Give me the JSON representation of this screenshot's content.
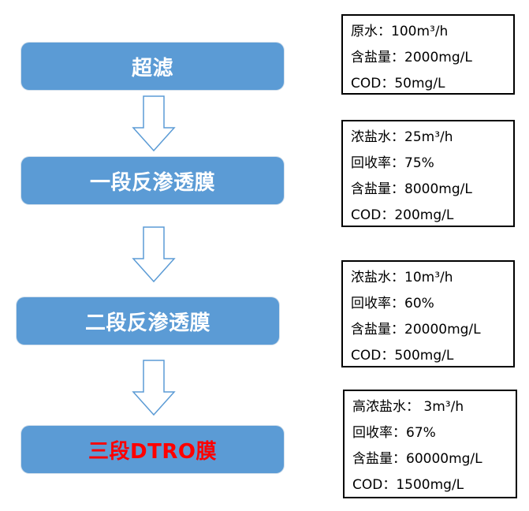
{
  "stages": [
    {
      "label": "超滤"
    },
    {
      "label": "一段反渗透膜"
    },
    {
      "label": "二段反渗透膜"
    },
    {
      "label": "三段DTRO膜"
    }
  ],
  "info_boxes": [
    {
      "lines": [
        "原水：100m³/h",
        "含盐量：2000mg/L",
        "COD：50mg/L"
      ]
    },
    {
      "lines": [
        "浓盐水：25m³/h",
        "回收率：75%",
        "含盐量：8000mg/L",
        "COD：200mg/L"
      ]
    },
    {
      "lines": [
        "浓盐水：10m³/h",
        "回收率：60%",
        "含盐量：20000mg/L",
        "COD：500mg/L"
      ]
    },
    {
      "lines": [
        "高浓盐水： 3m³/h",
        "回收率：67%",
        "含盐量：60000mg/L",
        "COD：1500mg/L"
      ]
    }
  ],
  "colors": {
    "stage_fill": "#5b9bd5",
    "stage_text": "#ffffff",
    "final_stage_text": "#ff0000",
    "arrow_stroke": "#5b9bd5",
    "box_border": "#000000"
  }
}
